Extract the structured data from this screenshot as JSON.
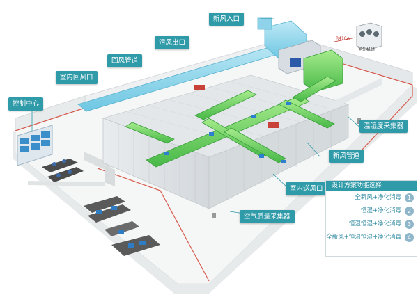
{
  "labels": {
    "fresh_air_inlet": "新风入口",
    "exhaust_outlet": "污风出口",
    "return_duct": "回风管道",
    "indoor_return": "室内回风口",
    "control_center": "控制中心",
    "temp_humidity_collector": "温湿度采集器",
    "fresh_air_duct": "新风管道",
    "indoor_supply": "室内送风口",
    "air_quality_collector": "空气质量采集器"
  },
  "outdoor_unit": {
    "refrigerant": "R410A",
    "label": "室外机组"
  },
  "panel": {
    "title": "设计方案功能选择",
    "options": [
      {
        "text": "全新风+净化消毒",
        "num": "1"
      },
      {
        "text": "恒湿+净化消毒",
        "num": "2"
      },
      {
        "text": "恒温恒湿+净化消毒",
        "num": "3"
      },
      {
        "text": "全新风+恒温恒湿+净化消毒",
        "num": "4"
      }
    ]
  },
  "colors": {
    "label_bg": "#2f9aa8",
    "duct_green": "#5fcf5a",
    "duct_blue": "#6ecbe6",
    "floor": "#f4f5f5"
  }
}
